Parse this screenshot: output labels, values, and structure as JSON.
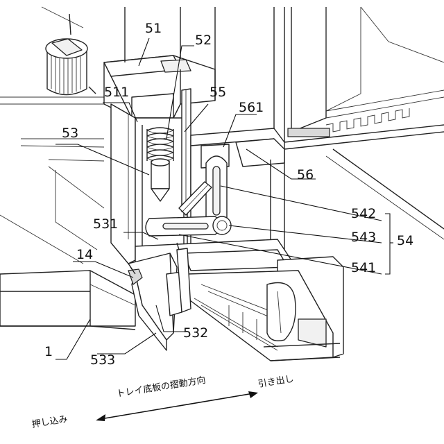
{
  "labels": {
    "l51": "51",
    "l52": "52",
    "l511": "511",
    "l55": "55",
    "l561": "561",
    "l53": "53",
    "l56": "56",
    "l542": "542",
    "l54": "54",
    "l543": "543",
    "l531": "531",
    "l14": "14",
    "l541": "541",
    "l532": "532",
    "l1": "1",
    "l533": "533"
  },
  "captions": {
    "slide_direction": "トレイ底板の摺動方向",
    "pull_out": "引き出し",
    "push_in": "押し込み"
  }
}
